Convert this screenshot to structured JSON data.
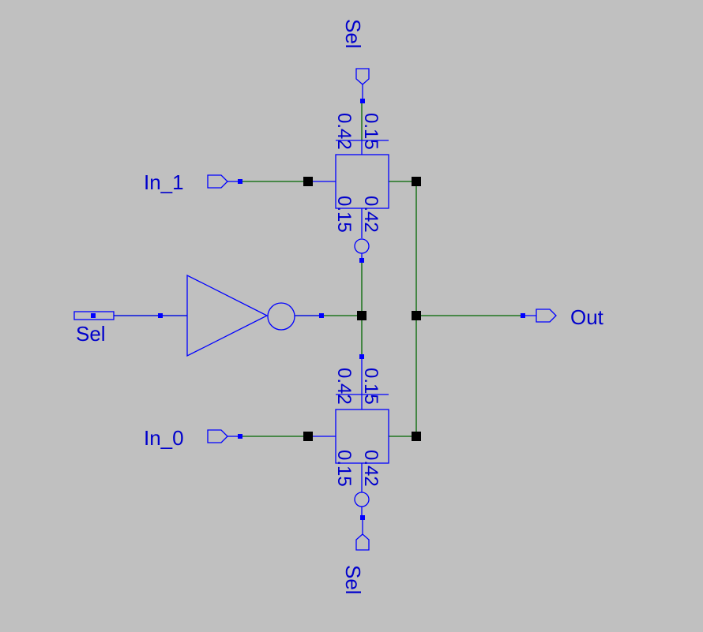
{
  "colors": {
    "background": "#c0c0c0",
    "symbol": "#0000ff",
    "wire": "#006600",
    "junction": "#000000",
    "text": "#0000cc"
  },
  "ports": {
    "sel_top": "Sel",
    "in_1": "In_1",
    "sel_left": "Sel",
    "out": "Out",
    "in_0": "In_0",
    "sel_bottom": "Sel"
  },
  "transmission_gates": [
    {
      "size_top_left": "0.42",
      "size_top_right": "0.15",
      "size_bottom_left": "0.15",
      "size_bottom_right": "0.42"
    },
    {
      "size_top_left": "0.42",
      "size_top_right": "0.15",
      "size_bottom_left": "0.15",
      "size_bottom_right": "0.42"
    }
  ]
}
